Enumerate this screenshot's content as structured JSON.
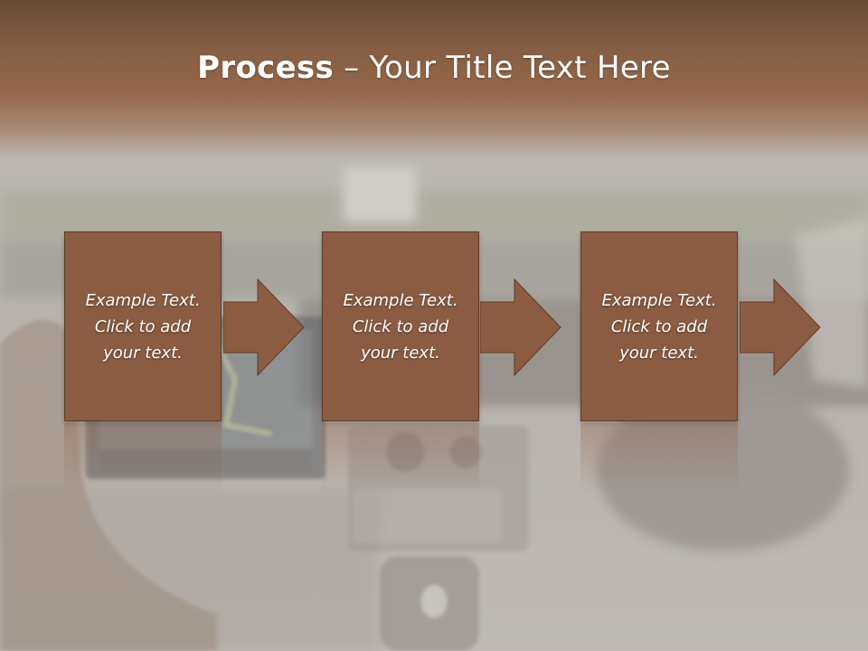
{
  "slide": {
    "title_bold": "Process",
    "title_rest": " – Your Title Text Here",
    "steps": [
      {
        "text": "Example Text.\nClick  to add\nyour text."
      },
      {
        "text": "Example Text.\nClick  to add\nyour text."
      },
      {
        "text": "Example Text.\nClick  to add\nyour text."
      }
    ]
  },
  "colors": {
    "title_band": "#855d42",
    "box_fill": "#8b5c42",
    "box_border": "#5e3b28",
    "text": "#ffffff"
  }
}
